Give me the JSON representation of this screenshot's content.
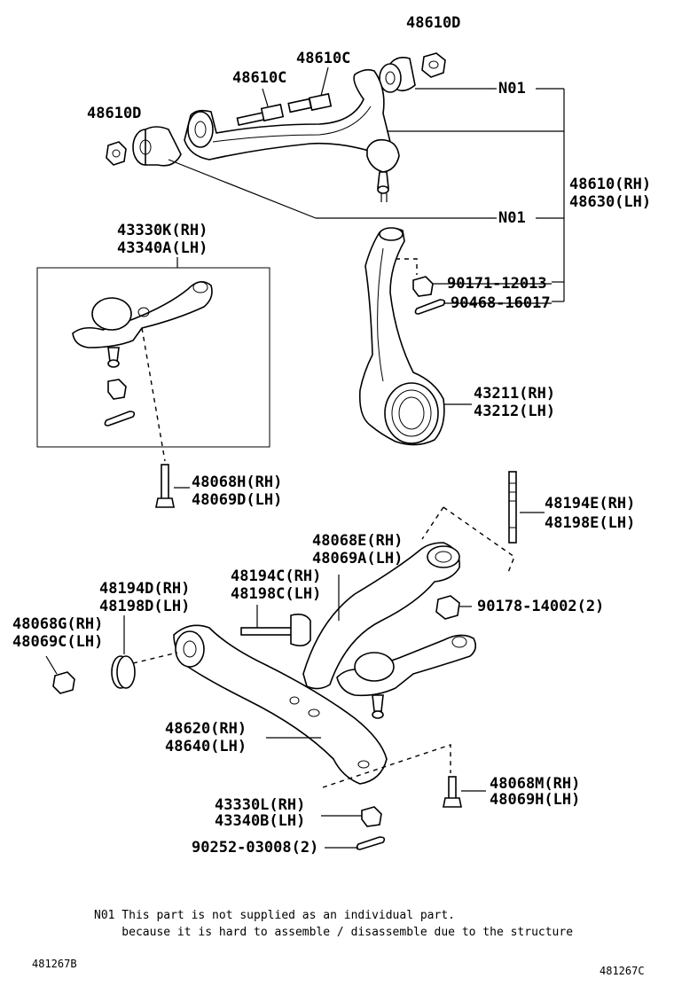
{
  "labels": {
    "l48610D_top": "48610D",
    "l48610C_a": "48610C",
    "l48610C_b": "48610C",
    "l48610D_left": "48610D",
    "n01_top": "N01",
    "n01_mid": "N01",
    "l48610_rh": "48610(RH)",
    "l48630_lh": "48630(LH)",
    "l43330K_rh": "43330K(RH)",
    "l43340A_lh": "43340A(LH)",
    "l90171": "90171-12013",
    "l90468": "90468-16017",
    "l43211_rh": "43211(RH)",
    "l43212_lh": "43212(LH)",
    "l48068H_rh": "48068H(RH)",
    "l48069D_lh": "48069D(LH)",
    "l48194E_rh": "48194E(RH)",
    "l48198E_lh": "48198E(LH)",
    "l48068E_rh": "48068E(RH)",
    "l48069A_lh": "48069A(LH)",
    "l48194C_rh": "48194C(RH)",
    "l48198C_lh": "48198C(LH)",
    "l48194D_rh": "48194D(RH)",
    "l48198D_lh": "48198D(LH)",
    "l90178": "90178-14002(2)",
    "l48068G_rh": "48068G(RH)",
    "l48069C_lh": "48069C(LH)",
    "l48620_rh": "48620(RH)",
    "l48640_lh": "48640(LH)",
    "l48068M_rh": "48068M(RH)",
    "l48069H_lh": "48069H(LH)",
    "l43330L_rh": "43330L(RH)",
    "l43340B_lh": "43340B(LH)",
    "l90252": "90252-03008(2)"
  },
  "note": {
    "line1": "N01 This part is not supplied as an individual part.",
    "line2": "    because it is hard to assemble / disassemble due to the structure"
  },
  "codes": {
    "left": "481267B",
    "right": "481267C"
  }
}
